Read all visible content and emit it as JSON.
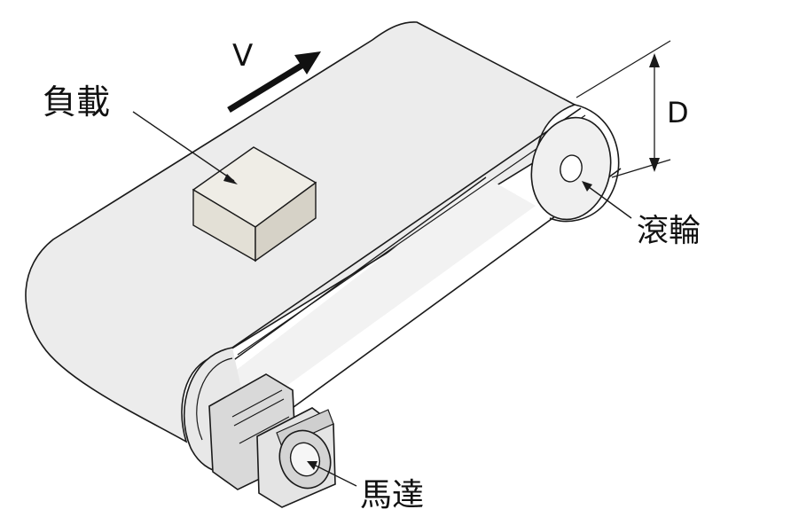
{
  "labels": {
    "velocity": "V",
    "load": "負載",
    "diameter": "D",
    "roller": "滾輪",
    "motor": "馬達"
  },
  "colors": {
    "belt": "#ececec",
    "belt_side": "#f4f4f4",
    "box_top": "#efede6",
    "box_front": "#e3e0d6",
    "box_side": "#d2cec3",
    "motor_body": "#dedede",
    "motor_dark": "#c8c8c8",
    "stroke": "#1a1a1a"
  }
}
